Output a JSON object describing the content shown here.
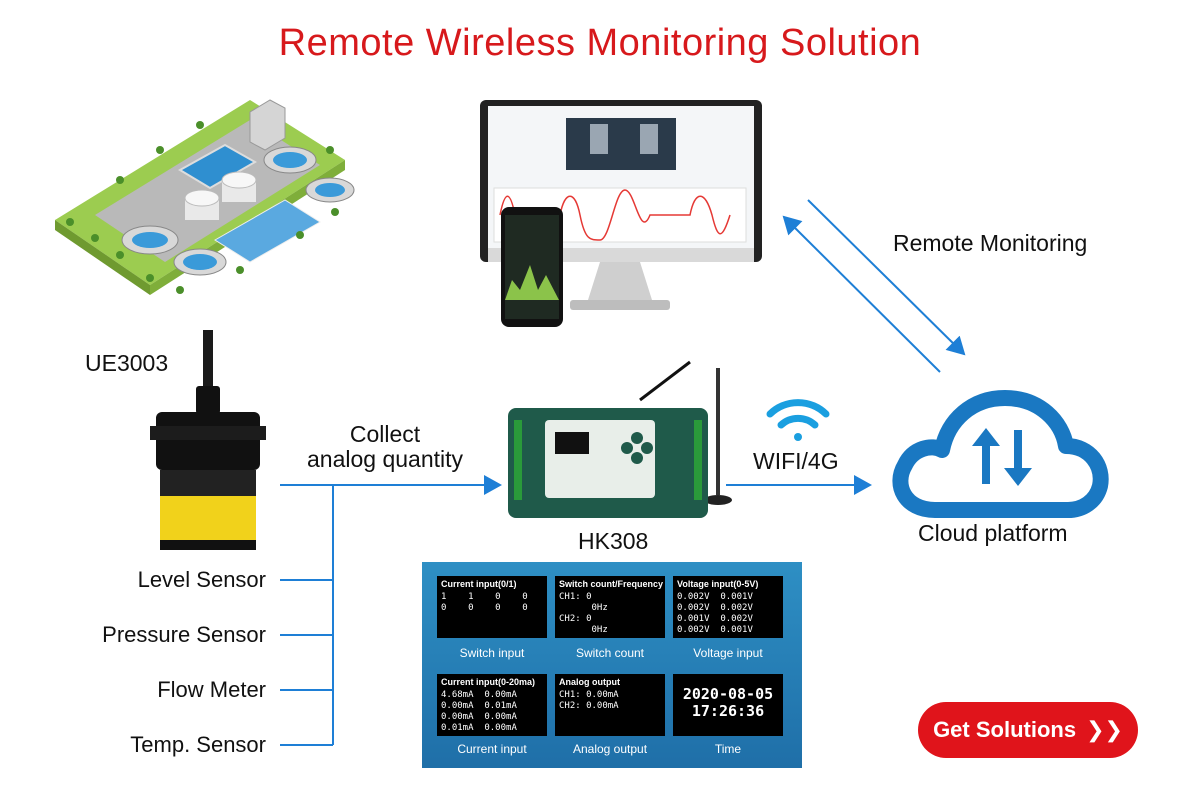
{
  "title": "Remote Wireless Monitoring Solution",
  "labels": {
    "ue3003": "UE3003",
    "collect_line1": "Collect",
    "collect_line2": "analog quantity",
    "hk308": "HK308",
    "wifi": "WIFI/4G",
    "remote": "Remote Monitoring",
    "cloud": "Cloud platform"
  },
  "sensors": [
    "Level Sensor",
    "Pressure Sensor",
    "Flow Meter",
    "Temp. Sensor"
  ],
  "device_screens": [
    {
      "header": "Current input(0/1)",
      "body": "1    1    0    0\n0    0    0    0",
      "caption": "Switch input"
    },
    {
      "header": "Switch count/Frequency",
      "body": "CH1: 0\n      0Hz\nCH2: 0\n      0Hz",
      "caption": "Switch count"
    },
    {
      "header": "Voltage input(0-5V)",
      "body": "0.002V  0.001V\n0.002V  0.002V\n0.001V  0.002V\n0.002V  0.001V",
      "caption": "Voltage input"
    },
    {
      "header": "Current input(0-20ma)",
      "body": "4.68mA  0.00mA\n0.00mA  0.01mA\n0.00mA  0.00mA\n0.01mA  0.00mA",
      "caption": "Current input"
    },
    {
      "header": "Analog output",
      "body": "CH1: 0.00mA\nCH2: 0.00mA",
      "caption": "Analog output"
    },
    {
      "header": "",
      "body": "2020-08-05\n17:26:36",
      "caption": "Time"
    }
  ],
  "button": {
    "label": "Get Solutions",
    "arrows": "❯❯"
  },
  "colors": {
    "title": "#d7191c",
    "arrow": "#1e7fd6",
    "cloud": "#1a78c2",
    "button": "#e0141b",
    "device": "#1f5a4a"
  }
}
